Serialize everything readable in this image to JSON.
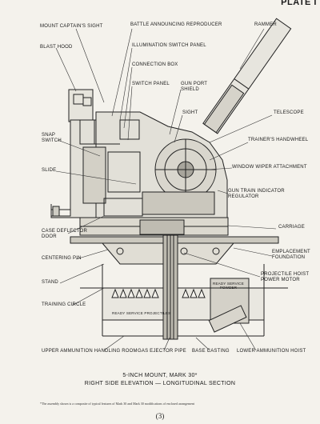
{
  "plate_label": "PLATE I",
  "labels": {
    "mount_captains_sight": "MOUNT CAPTAIN'S SIGHT",
    "battle_announcing_reproducer": "BATTLE ANNOUNCING REPRODUCER",
    "rammer": "RAMMER",
    "blast_hood": "BLAST HOOD",
    "illumination_switch_panel": "ILLUMINATION SWITCH PANEL",
    "connection_box": "CONNECTION BOX",
    "switch_panel": "SWITCH PANEL",
    "gun_port_shield": "GUN PORT\nSHIELD",
    "sight": "SIGHT",
    "telescope": "TELESCOPE",
    "snap_switch": "SNAP\nSWITCH",
    "trainers_handwheel": "TRAINER'S HANDWHEEL",
    "slide": "SLIDE",
    "window_wiper_attachment": "WINDOW WIPER ATTACHMENT",
    "gun_train_indicator_regulator": "GUN TRAIN INDICATOR\nREGULATOR",
    "case_deflector_door": "CASE DEFLECTOR\nDOOR",
    "carriage": "CARRIAGE",
    "centering_pin": "CENTERING PIN",
    "emplacement_foundation": "EMPLACEMENT\nFOUNDATION",
    "stand": "STAND",
    "projectile_hoist_power_motor": "PROJECTILE HOIST\nPOWER MOTOR",
    "training_circle": "TRAINING CIRCLE",
    "ready_service_powder": "READY SERVICE\nPOWDER",
    "ready_service_projectiles": "READY SERVICE PROJECTILES",
    "upper_ammunition_handling_room": "UPPER AMMUNITION HANDLING ROOM",
    "gas_ejector_pipe": "GAS EJECTOR PIPE",
    "base_casting": "BASE CASTING",
    "lower_ammunition_hoist": "LOWER AMMUNITION HOIST"
  },
  "caption": {
    "title": "5-INCH MOUNT, MARK 30*",
    "subtitle": "RIGHT SIDE ELEVATION — LONGITUDINAL SECTION"
  },
  "footnote": "*The assembly shown is a composite of typical features of Mark 30 and Mark 30 modifications of enclosed arrangement",
  "page_number": "(3)"
}
